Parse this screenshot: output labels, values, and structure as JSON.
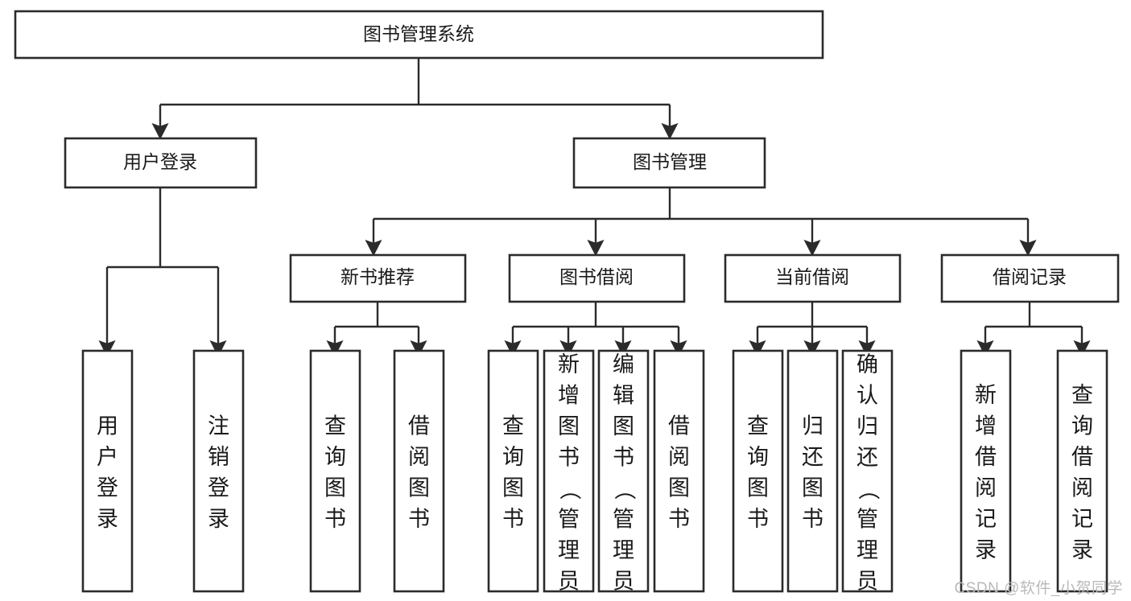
{
  "diagram": {
    "title": "图书管理系统",
    "type": "tree-hierarchy",
    "watermark": "CSDN @软件_小贺同学",
    "colors": {
      "stroke": "#2b2b2b",
      "box_fill": "#ffffff",
      "text": "#1a1a1a",
      "background": "#ffffff",
      "watermark": "#b9b9b9"
    },
    "root": {
      "label": "图书管理系统"
    },
    "level2": [
      {
        "id": "user-login",
        "label": "用户登录"
      },
      {
        "id": "book-manage",
        "label": "图书管理"
      }
    ],
    "level3": [
      {
        "id": "new-book-rec",
        "label": "新书推荐"
      },
      {
        "id": "book-borrow",
        "label": "图书借阅"
      },
      {
        "id": "current-borrow",
        "label": "当前借阅"
      },
      {
        "id": "borrow-record",
        "label": "借阅记录"
      }
    ],
    "groups": [
      {
        "parent": "用户登录",
        "leaves": [
          {
            "label": "用户登录"
          },
          {
            "label": "注销登录"
          }
        ]
      },
      {
        "parent": "新书推荐",
        "leaves": [
          {
            "label": "查询图书"
          },
          {
            "label": "借阅图书"
          }
        ]
      },
      {
        "parent": "图书借阅",
        "leaves": [
          {
            "label": "查询图书"
          },
          {
            "label": "新增图书（管理员）"
          },
          {
            "label": "编辑图书（管理员）"
          },
          {
            "label": "借阅图书"
          }
        ]
      },
      {
        "parent": "当前借阅",
        "leaves": [
          {
            "label": "查询图书"
          },
          {
            "label": "归还图书"
          },
          {
            "label": "确认归还（管理员）"
          }
        ]
      },
      {
        "parent": "借阅记录",
        "leaves": [
          {
            "label": "新增借阅记录"
          },
          {
            "label": "查询借阅记录"
          }
        ]
      }
    ]
  }
}
